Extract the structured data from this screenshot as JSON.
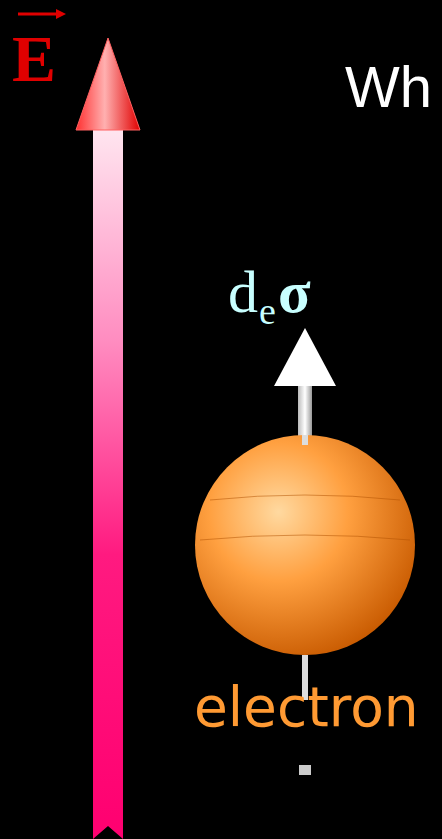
{
  "diagram": {
    "labels": [
      "E",
      "Wh",
      "d",
      "e",
      "σ",
      "electron"
    ]
  }
}
